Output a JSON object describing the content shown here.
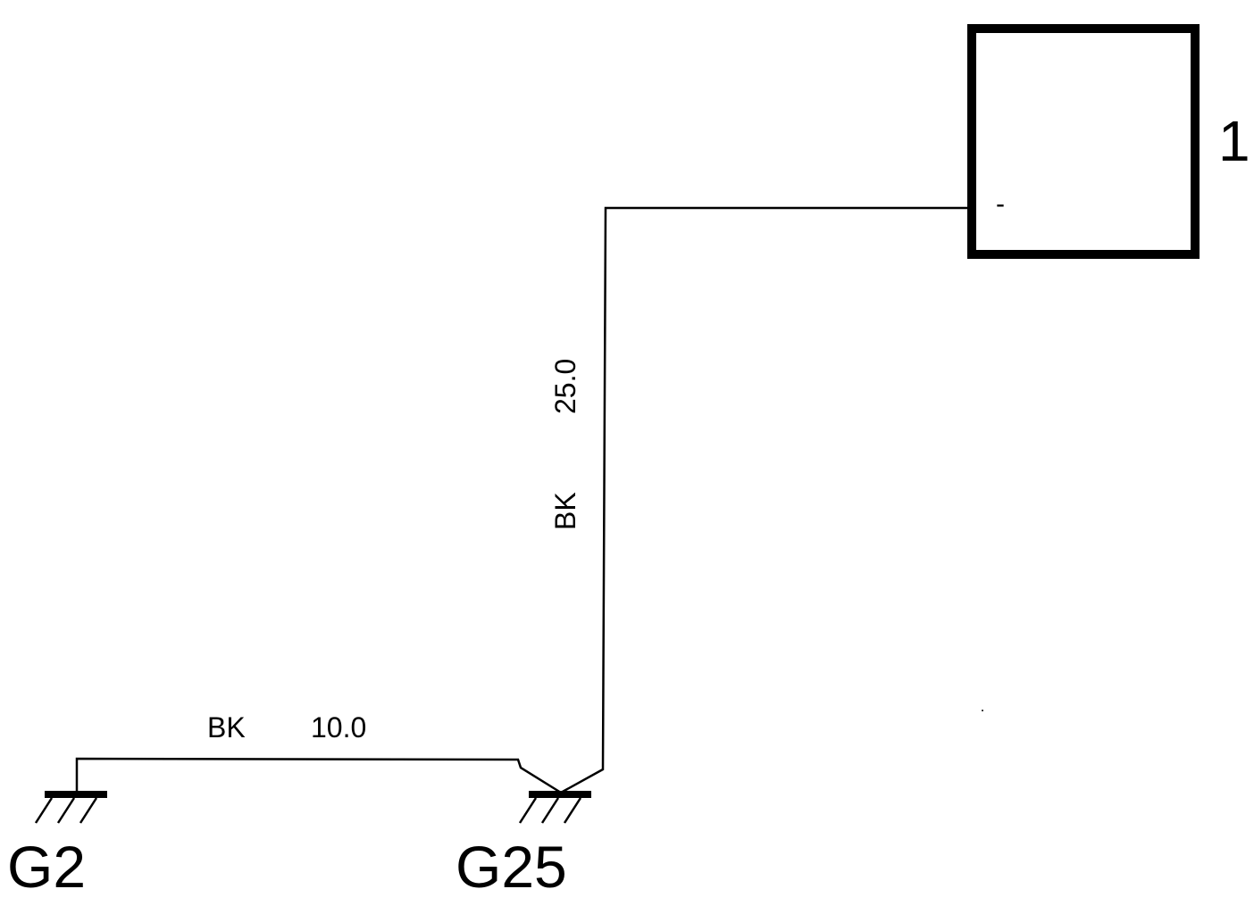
{
  "component": {
    "label": "1",
    "pin_label": "-"
  },
  "wires": {
    "vertical": {
      "color": "BK",
      "size": "25.0"
    },
    "horizontal": {
      "color": "BK",
      "size": "10.0"
    }
  },
  "grounds": {
    "left": {
      "label": "G2"
    },
    "right": {
      "label": "G25"
    }
  }
}
